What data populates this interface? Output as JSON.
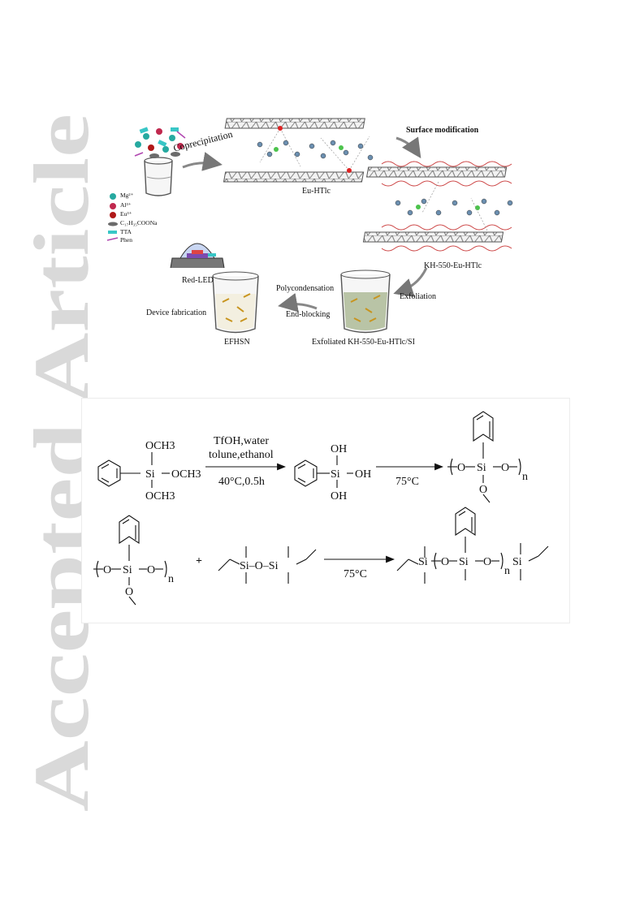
{
  "watermark": {
    "text": "Accepted Article",
    "color": "#d9d9d9"
  },
  "figure1": {
    "labels": {
      "coprecipitation": "Coprecipitation",
      "eu_htlc": "Eu-HTlc",
      "surface_modification": "Surface modification",
      "kh550_eu_htlc": "KH-550-Eu-HTlc",
      "exfoliation": "Exfoliation",
      "exfoliated_label": "Exfoliated KH-550-Eu-HTlc/SI",
      "polycondensation": "Polycondensation",
      "end_blocking": "End-blocking",
      "efhsn": "EFHSN",
      "device_fabrication": "Device fabrication",
      "red_led": "Red-LED"
    },
    "legend": [
      {
        "label": "Mg²⁺",
        "color": "#26a9a0",
        "icon": "sphere"
      },
      {
        "label": "Al³⁺",
        "color": "#c0284e",
        "icon": "sphere"
      },
      {
        "label": "Eu³⁺",
        "color": "#b01818",
        "icon": "sphere"
      },
      {
        "label": "C₁₇H₃₅COONa",
        "color": "#6b6b6b",
        "icon": "ellipse"
      },
      {
        "label": "TTA",
        "color": "#38c6c6",
        "icon": "rectangle"
      },
      {
        "label": "Phen",
        "color": "#b046b0",
        "icon": "line"
      }
    ]
  },
  "figure2": {
    "row1": {
      "reactant_substituents": [
        "OCH3",
        "OCH3",
        "OCH3"
      ],
      "si": "Si",
      "conditions_top": [
        "TfOH,water",
        "tolune,ethanol"
      ],
      "conditions_bottom": "40°C,0.5h",
      "intermediate_groups": [
        "OH",
        "OH",
        "OH"
      ],
      "temp2": "75°C",
      "polymer_o": "O",
      "polymer_n": "n"
    },
    "row2": {
      "plus": "+",
      "disiloxane": "Si–O–Si",
      "temp": "75°C",
      "product_si": "Si",
      "product_o": "O",
      "product_n": "n"
    }
  }
}
